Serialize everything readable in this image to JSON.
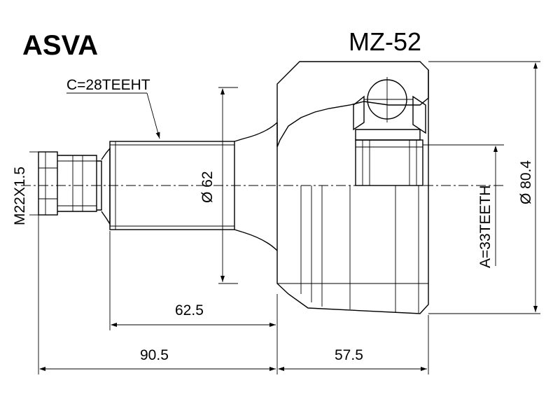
{
  "brand": "ASVA",
  "part_number": "MZ-52",
  "labels": {
    "spline_teeth_shaft": "C=28TEEHT",
    "thread": "M22X1.5",
    "shaft_diameter": "Ø 62",
    "internal_teeth": "A=33TEETH",
    "outer_diameter": "Ø 80.4",
    "length_shaft": "62.5",
    "length_total_left": "90.5",
    "length_housing": "57.5"
  }
}
